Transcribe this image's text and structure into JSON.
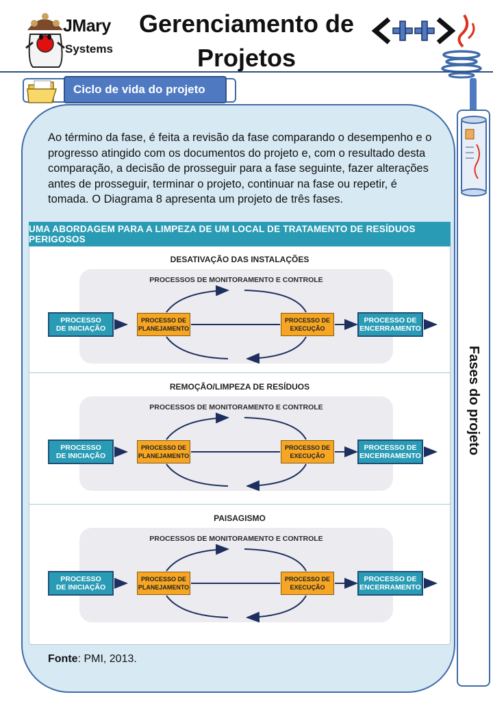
{
  "header": {
    "brand_line1": "JMary",
    "brand_line2": "Systems",
    "title": "Gerenciamento de Projetos",
    "cpp_logo_text": "<++>"
  },
  "section_tab": {
    "label": "Ciclo de vida do projeto",
    "icon": "folder-icon"
  },
  "sidebar": {
    "label": "Fases do projeto",
    "icon": "scroll-document-icon"
  },
  "content": {
    "paragraph": "Ao término da fase, é feita a revisão da fase comparando o desempenho e o progresso atingido com os documentos do projeto e, com o resultado desta comparação, a decisão de prosseguir para a fase seguinte, fazer alterações antes de prosseguir, terminar o projeto, continuar na fase ou repetir, é tomada. O Diagrama 8 apresenta um projeto de três fases.",
    "source_label": "Fonte",
    "source_text": ": PMI, 2013."
  },
  "diagram": {
    "title": "UMA ABORDAGEM PARA A LIMPEZA DE UM LOCAL DE TRATAMENTO DE RESÍDUOS PERIGOSOS",
    "phases": [
      {
        "title": "DESATIVAÇÃO DAS INSTALAÇÕES",
        "monitoring": "PROCESSOS DE MONITORAMENTO E CONTROLE",
        "initiation": [
          "PROCESSO",
          "DE INICIAÇÃO"
        ],
        "planning": [
          "PROCESSO DE",
          "PLANEJAMENTO"
        ],
        "execution": [
          "PROCESSO DE",
          "EXECUÇÃO"
        ],
        "closing": [
          "PROCESSO DE",
          "ENCERRAMENTO"
        ]
      },
      {
        "title": "REMOÇÃO/LIMPEZA DE RESÍDUOS",
        "monitoring": "PROCESSOS DE MONITORAMENTO E CONTROLE",
        "initiation": [
          "PROCESSO",
          "DE INICIAÇÃO"
        ],
        "planning": [
          "PROCESSO DE",
          "PLANEJAMENTO"
        ],
        "execution": [
          "PROCESSO DE",
          "EXECUÇÃO"
        ],
        "closing": [
          "PROCESSO DE",
          "ENCERRAMENTO"
        ]
      },
      {
        "title": "PAISAGISMO",
        "monitoring": "PROCESSOS DE MONITORAMENTO E CONTROLE",
        "initiation": [
          "PROCESSO",
          "DE INICIAÇÃO"
        ],
        "planning": [
          "PROCESSO DE",
          "PLANEJAMENTO"
        ],
        "execution": [
          "PROCESSO DE",
          "EXECUÇÃO"
        ],
        "closing": [
          "PROCESSO DE",
          "ENCERRAMENTO"
        ]
      }
    ]
  },
  "colors": {
    "panel_bg": "#d7e9f3",
    "accent_blue": "#4f7ac2",
    "teal": "#2a9bb5",
    "orange": "#f6a623",
    "arrow": "#1d2f5e"
  }
}
